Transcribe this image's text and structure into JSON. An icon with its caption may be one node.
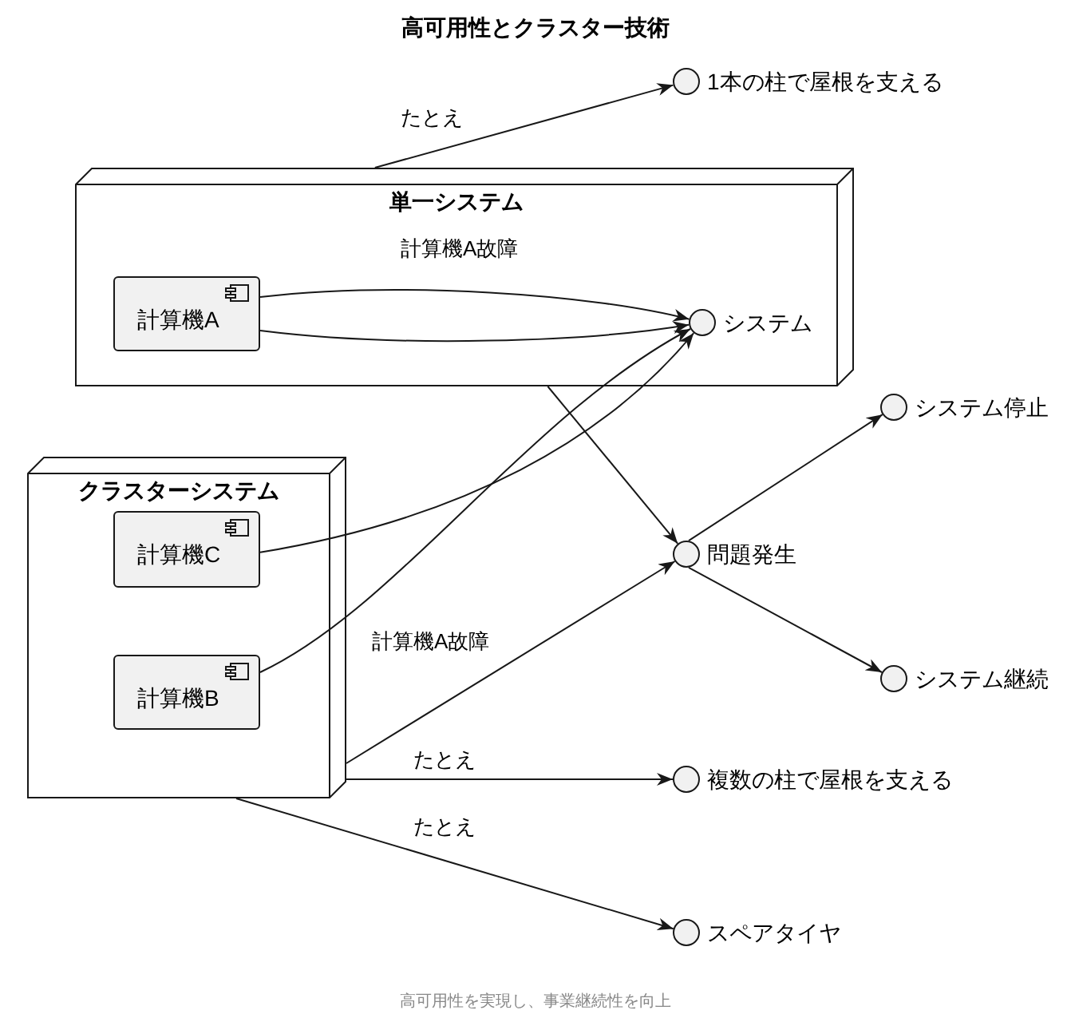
{
  "diagram": {
    "title": "高可用性とクラスター技術",
    "caption": "高可用性を実現し、事業継続性を向上",
    "nodes": [
      {
        "text": [
          "1本の柱で屋根を支える"
        ]
      },
      {
        "text": [
          "単一システム"
        ]
      },
      {
        "text": [
          "計算機A"
        ],
        "in": 1
      },
      {
        "text": [
          "システム"
        ],
        "in": 1
      },
      {
        "text": [
          "クラスターシステム"
        ]
      },
      {
        "text": [
          "計算機C"
        ],
        "in": 4
      },
      {
        "text": [
          "計算機B"
        ],
        "in": 4
      },
      {
        "text": [
          "問題発生"
        ]
      },
      {
        "text": [
          "システム停止"
        ]
      },
      {
        "text": [
          "システム継続"
        ]
      },
      {
        "text": [
          "複数の柱で屋根を支える"
        ]
      },
      {
        "text": [
          "スペアタイヤ"
        ]
      }
    ],
    "edges": [
      {
        "from": 1,
        "to": 0,
        "arrow": "to",
        "label": "たとえ"
      },
      {
        "from": 2,
        "to": 3,
        "arrow": "to",
        "label": "計算機A故障"
      },
      {
        "from": 2,
        "to": 3,
        "arrow": "to"
      },
      {
        "from": 5,
        "to": 3,
        "arrow": "to"
      },
      {
        "from": 6,
        "to": 3,
        "arrow": "to"
      },
      {
        "from": 1,
        "to": 7,
        "arrow": "to"
      },
      {
        "from": 7,
        "to": 8,
        "arrow": "to"
      },
      {
        "from": 7,
        "to": 9,
        "arrow": "to"
      },
      {
        "from": 4,
        "to": 7,
        "arrow": "to",
        "label": "計算機A故障"
      },
      {
        "from": 4,
        "to": 10,
        "arrow": "to",
        "label": "たとえ"
      },
      {
        "from": 4,
        "to": 11,
        "arrow": "to",
        "label": "たとえ"
      }
    ]
  }
}
